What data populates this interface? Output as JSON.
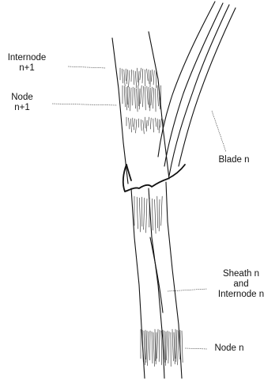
{
  "labels": {
    "internode_upper": [
      "Internode",
      "n+1"
    ],
    "node_upper": [
      "Node",
      "n+1"
    ],
    "blade": [
      "Blade n"
    ],
    "sheath": [
      "Sheath n",
      "and",
      "Internode n"
    ],
    "node_lower": [
      "Node n"
    ]
  }
}
